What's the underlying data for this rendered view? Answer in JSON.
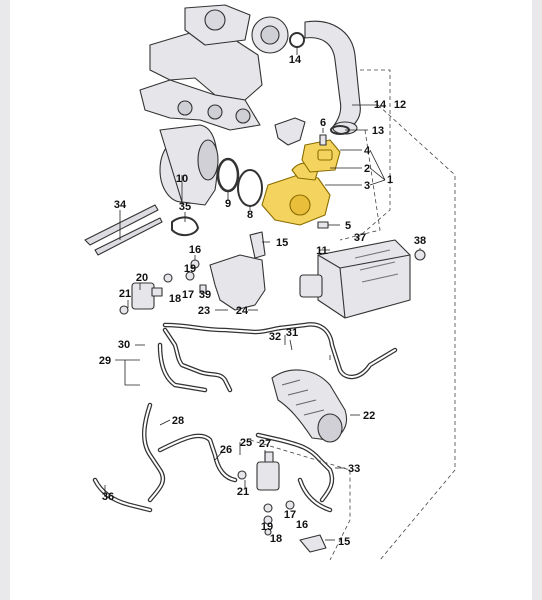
{
  "colors": {
    "part_fill": "#e6e6ea",
    "part_stroke": "#333333",
    "highlight_fill": "#f4d35e",
    "highlight_stroke": "#8a6d00",
    "leader": "#222222",
    "group_line": "#444444"
  },
  "callouts": {
    "c1": "1",
    "c2": "2",
    "c3": "3",
    "c4": "4",
    "c5": "5",
    "c6": "6",
    "c8": "8",
    "c9": "9",
    "c10": "10",
    "c11": "11",
    "c12": "12",
    "c13": "13",
    "c14a": "14",
    "c14b": "14",
    "c15a": "15",
    "c15b": "15",
    "c16a": "16",
    "c16b": "16",
    "c17a": "17",
    "c17b": "17",
    "c18a": "18",
    "c18b": "18",
    "c19a": "19",
    "c19b": "19",
    "c20": "20",
    "c21a": "21",
    "c21b": "21",
    "c22": "22",
    "c23": "23",
    "c24": "24",
    "c25": "25",
    "c26": "26",
    "c27": "27",
    "c28": "28",
    "c29": "29",
    "c30": "30",
    "c31": "31",
    "c32": "32",
    "c33": "33",
    "c34": "34",
    "c35": "35",
    "c36": "36",
    "c37": "37",
    "c38": "38",
    "c39": "39"
  }
}
